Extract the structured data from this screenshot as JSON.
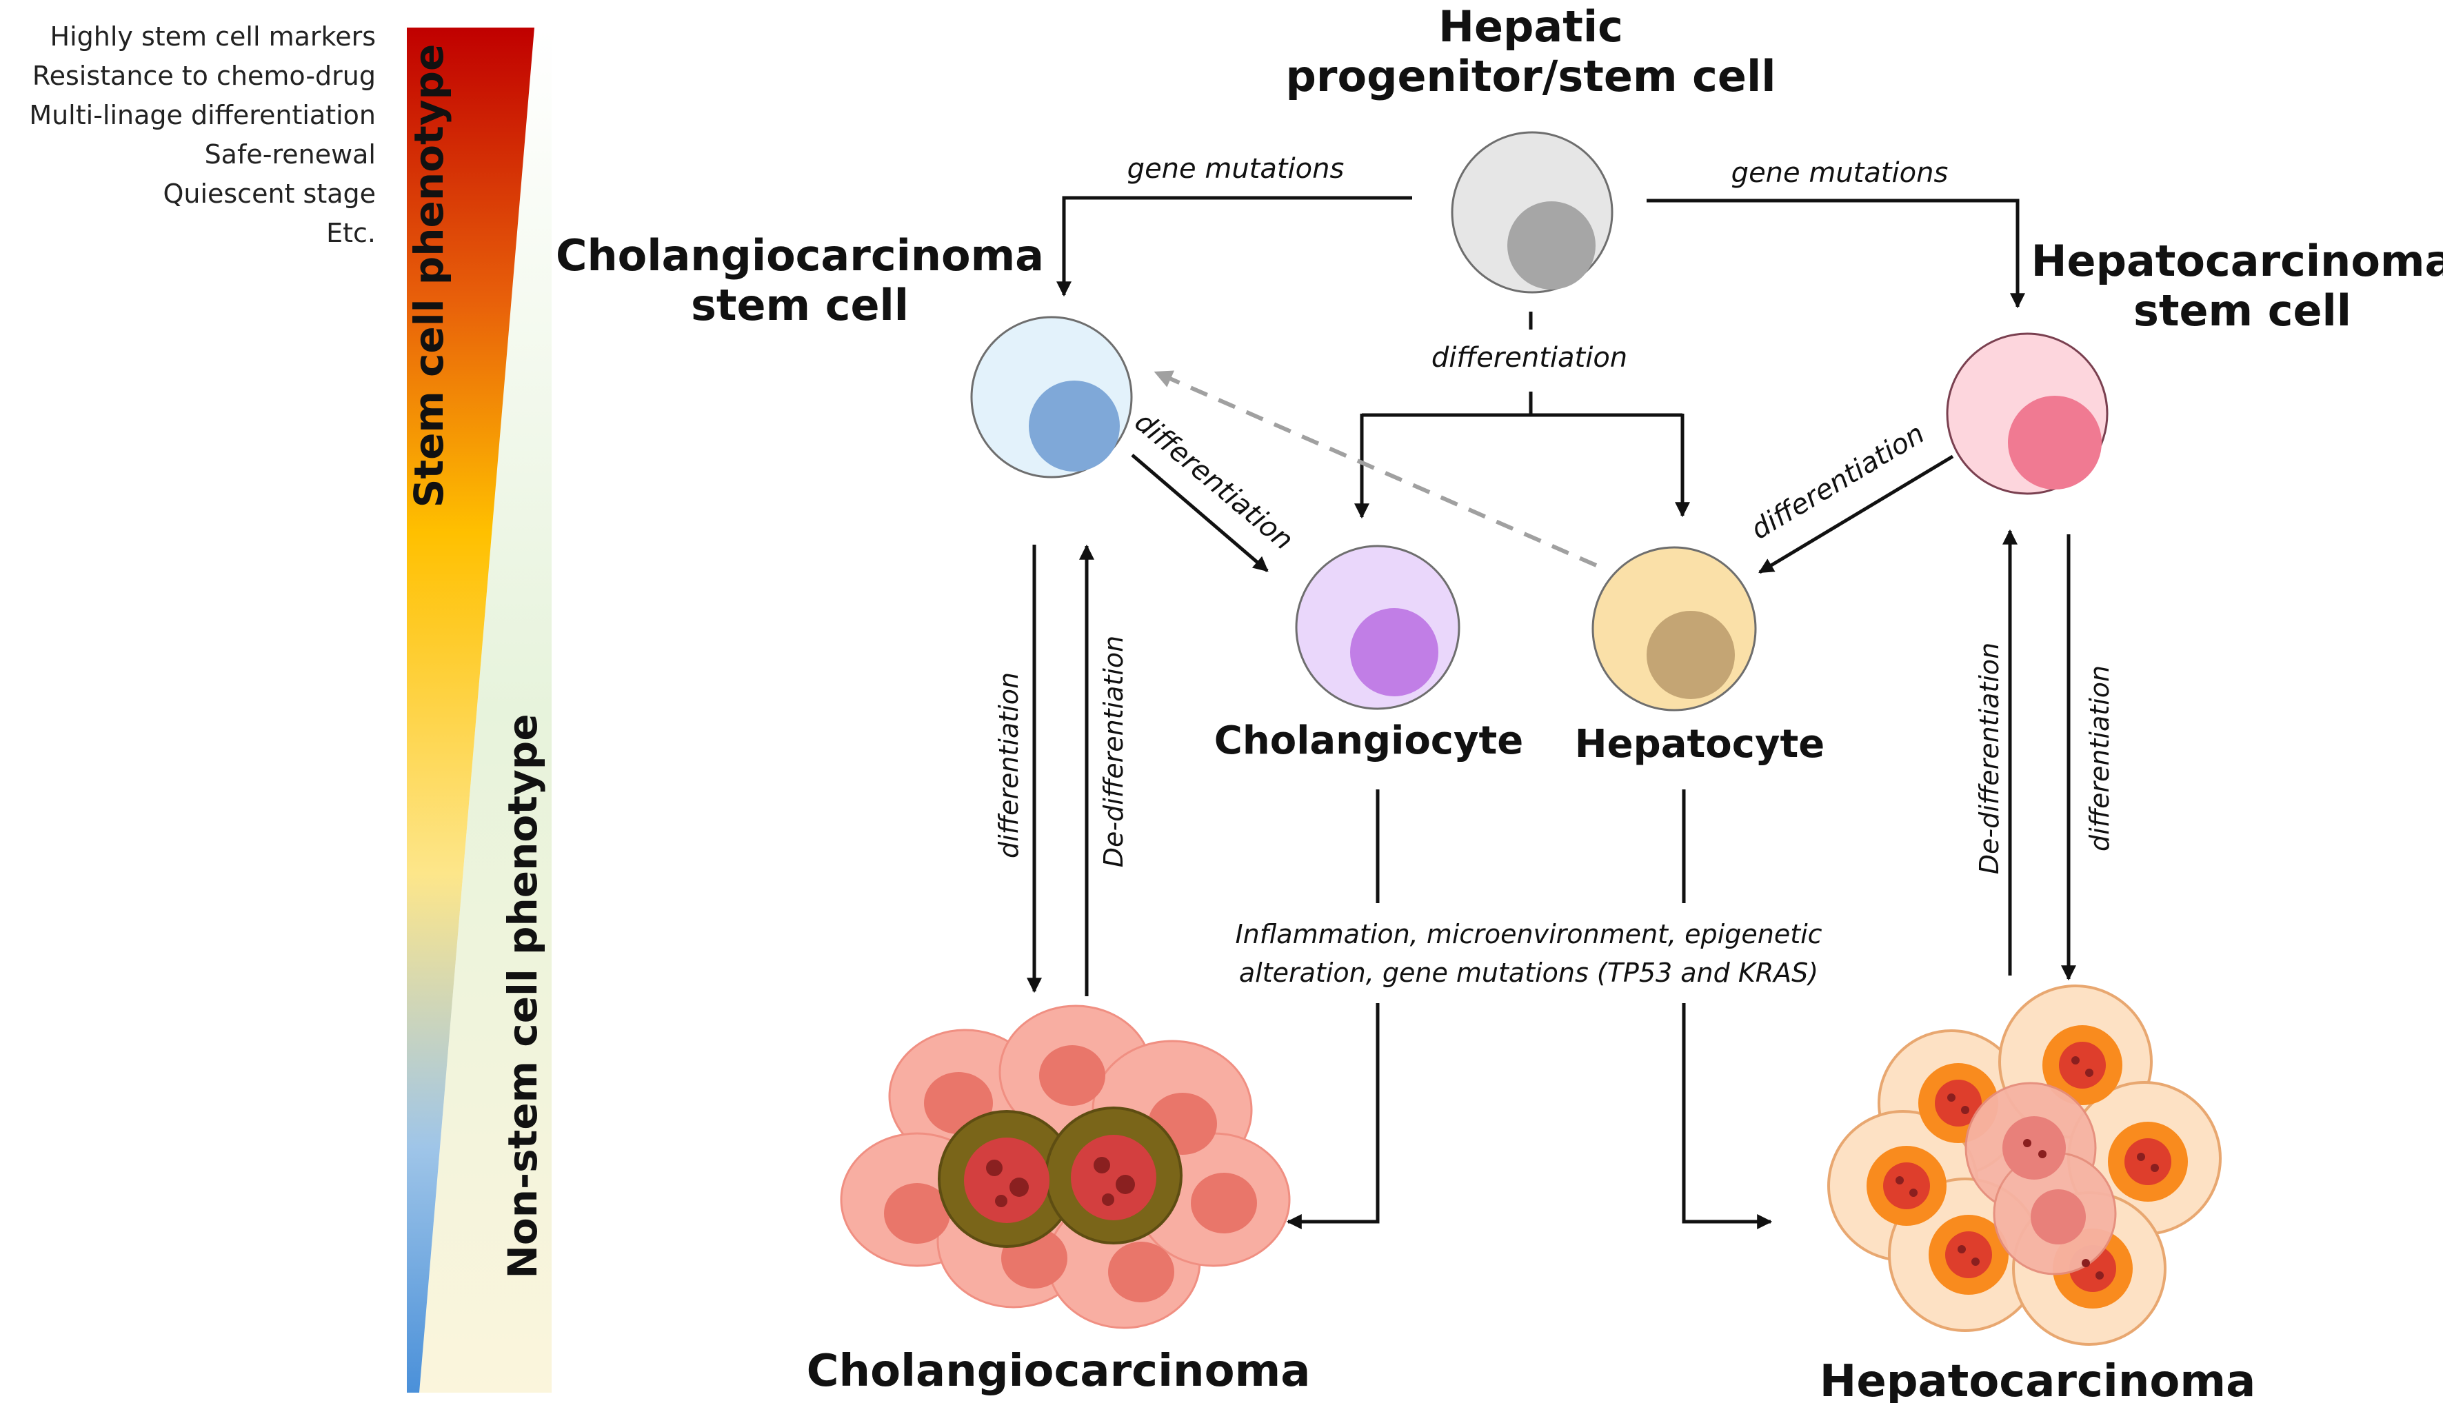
{
  "features": [
    "Highly stem cell markers",
    "Resistance to chemo-drug",
    "Multi-linage differentiation",
    "Safe-renewal",
    "Quiescent stage",
    "Etc."
  ],
  "phenotype_bar": {
    "top_label": "Stem cell phenotype",
    "bottom_label": "Non-stem cell phenotype",
    "colors": [
      "#c00000",
      "#e8600a",
      "#ffc000",
      "#fde68a",
      "#9fc5e8",
      "#4a90d9"
    ]
  },
  "nodes": {
    "hpsc": {
      "line1": "Hepatic",
      "line2": "progenitor/stem cell",
      "outer": "#e6e6e6",
      "inner": "#a6a6a6"
    },
    "ccsc": {
      "line1": "Cholangiocarcinoma",
      "line2": "stem cell",
      "outer": "#e3f2fb",
      "inner": "#7fa8d8"
    },
    "hcsc": {
      "line1": "Hepatocarcinoma",
      "line2": "stem cell",
      "outer": "#fdd6dd",
      "inner": "#f07a92"
    },
    "cholangiocyte": {
      "label": "Cholangiocyte",
      "outer": "#ead7fb",
      "inner": "#c17ee6"
    },
    "hepatocyte": {
      "label": "Hepatocyte",
      "outer": "#fae0a8",
      "inner": "#c4a574"
    },
    "cca": {
      "label": "Cholangiocarcinoma"
    },
    "hcc": {
      "label": "Hepatocarcinoma"
    }
  },
  "edges": {
    "gene_mut_left": "gene mutations",
    "gene_mut_right": "gene mutations",
    "diff_center": "differentiation",
    "diff_ccsc_chol": "differentiation",
    "diff_hcsc_hep": "differentiation",
    "diff_ccsc_down": "differentiation",
    "dediff_cca_up": "De-differentiation",
    "dediff_hcc_up": "De-differentiation",
    "diff_hcsc_down": "differentiation"
  },
  "factors": {
    "line1": "Inflammation, microenvironment, epigenetic",
    "line2": "alteration, gene mutations (TP53 and KRAS)"
  }
}
